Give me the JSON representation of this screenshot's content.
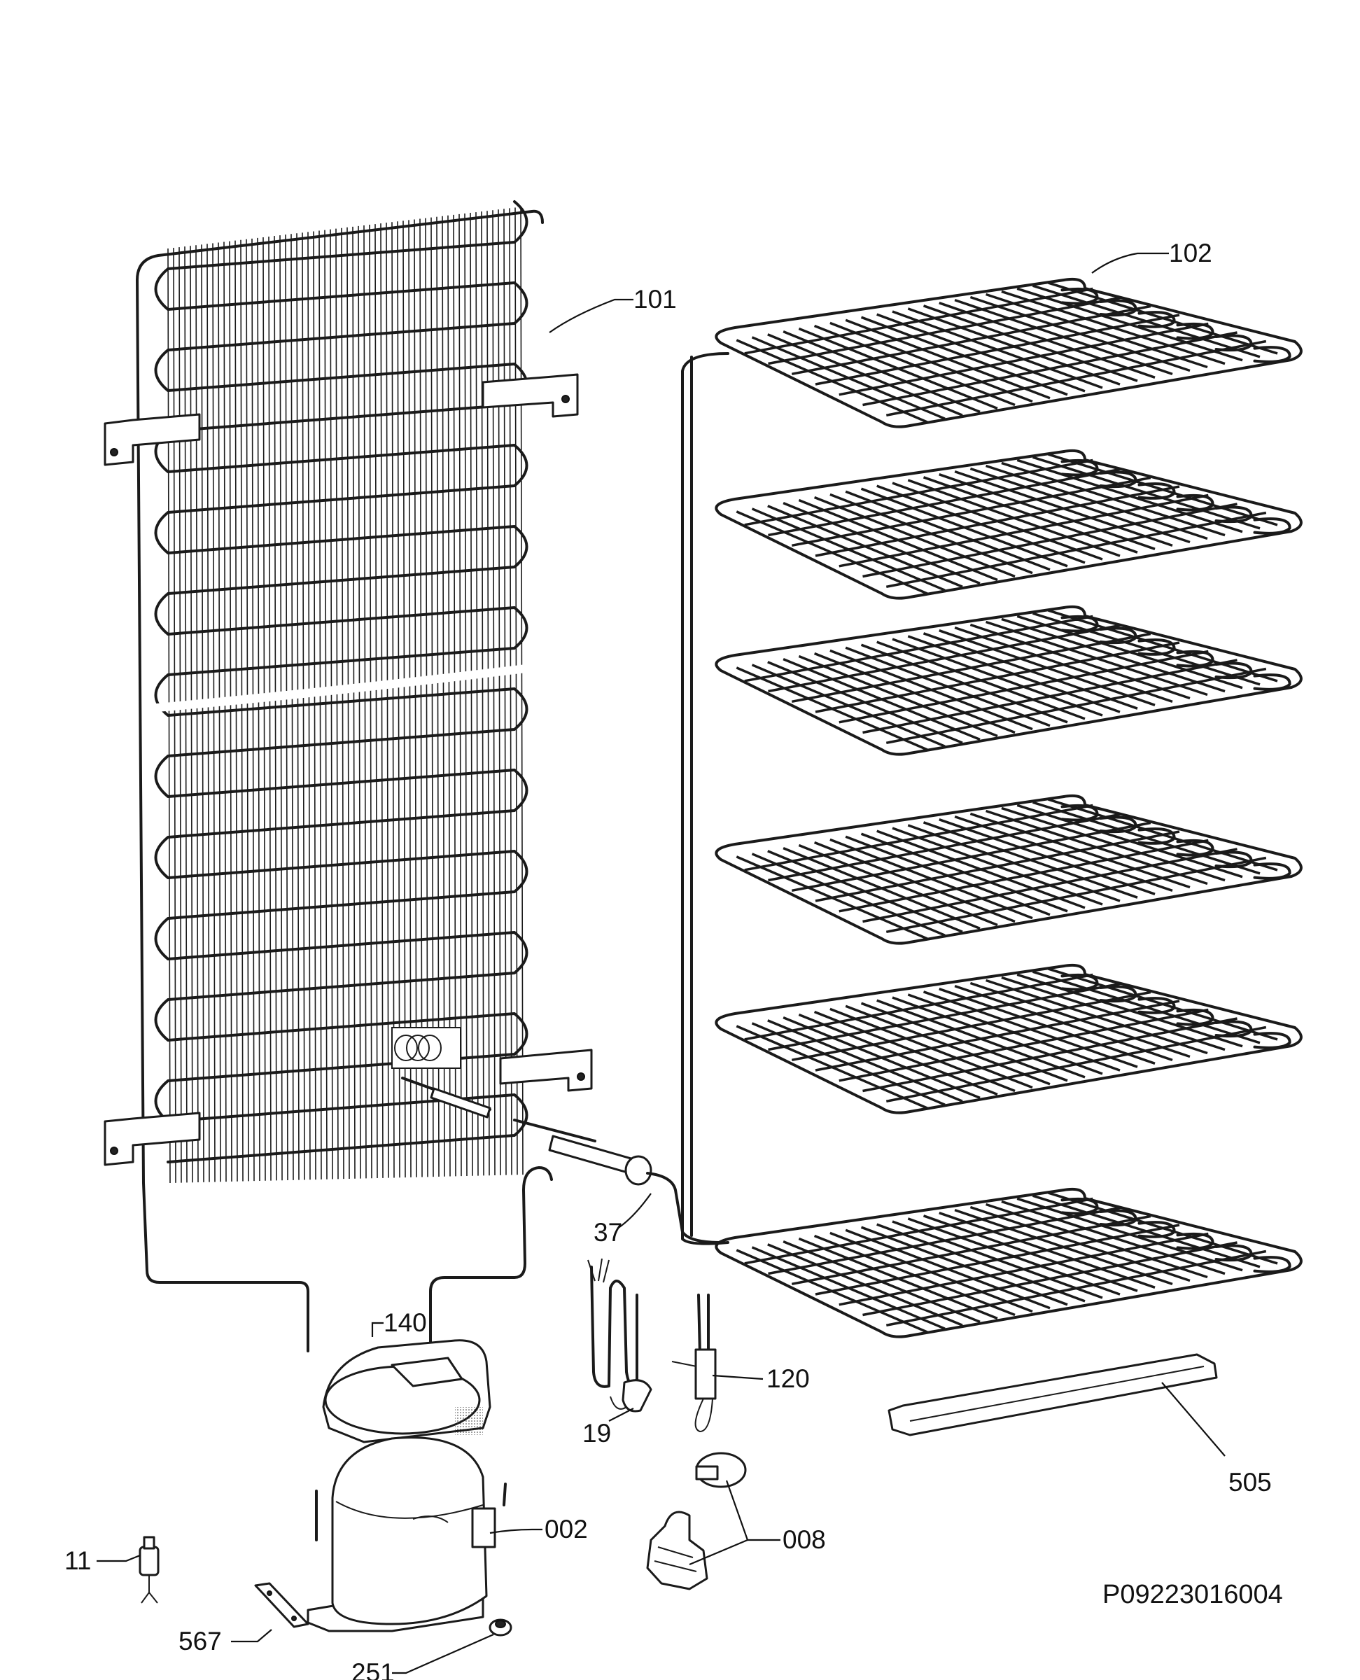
{
  "drawing_code": "P09223016004",
  "parts": [
    {
      "id": "condenser",
      "label": "101"
    },
    {
      "id": "evaporator",
      "label": "102"
    },
    {
      "id": "drier-filter",
      "label": "37"
    },
    {
      "id": "compressor-tray",
      "label": "140"
    },
    {
      "id": "heater",
      "label": "19"
    },
    {
      "id": "thermostat-sensor",
      "label": "120"
    },
    {
      "id": "handle-bar",
      "label": "505"
    },
    {
      "id": "compressor",
      "label": "002"
    },
    {
      "id": "starter-relay",
      "label": "008"
    },
    {
      "id": "valve",
      "label": "11"
    },
    {
      "id": "bracket",
      "label": "567"
    },
    {
      "id": "grommet",
      "label": "251"
    }
  ]
}
